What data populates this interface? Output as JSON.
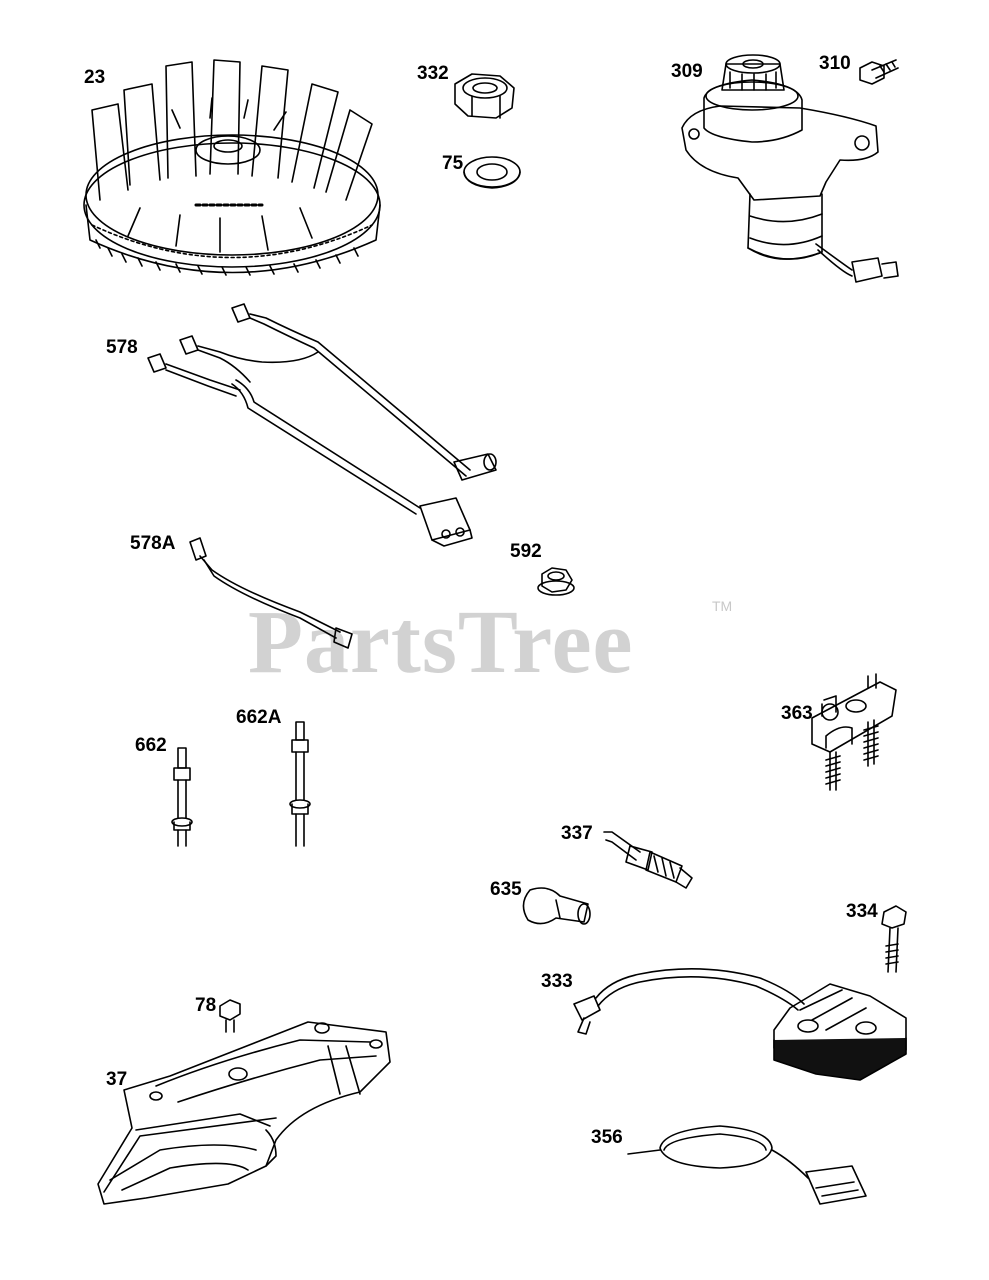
{
  "diagram": {
    "watermark": "PartsTree",
    "watermark_mark": "TM",
    "callouts": {
      "p23": "23",
      "p332": "332",
      "p75": "75",
      "p309": "309",
      "p310": "310",
      "p578": "578",
      "p578a": "578A",
      "p592": "592",
      "p363": "363",
      "p662": "662",
      "p662a": "662A",
      "p337": "337",
      "p635": "635",
      "p334": "334",
      "p333": "333",
      "p78": "78",
      "p37": "37",
      "p356": "356"
    }
  }
}
